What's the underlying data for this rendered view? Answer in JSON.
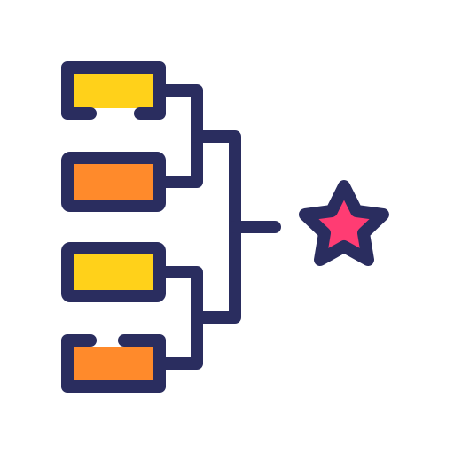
{
  "icon": {
    "name": "tournament-bracket-icon",
    "colors": {
      "outline": "#2a2d5f",
      "yellow": "#ffd11a",
      "orange": "#ff8a2b",
      "star": "#ff3c73",
      "background": "#ffffff"
    },
    "slots": [
      {
        "name": "bracket-slot-1",
        "fill": "yellow"
      },
      {
        "name": "bracket-slot-2",
        "fill": "orange"
      },
      {
        "name": "bracket-slot-3",
        "fill": "yellow"
      },
      {
        "name": "bracket-slot-4",
        "fill": "orange"
      }
    ],
    "winner_marker": "star-icon"
  }
}
